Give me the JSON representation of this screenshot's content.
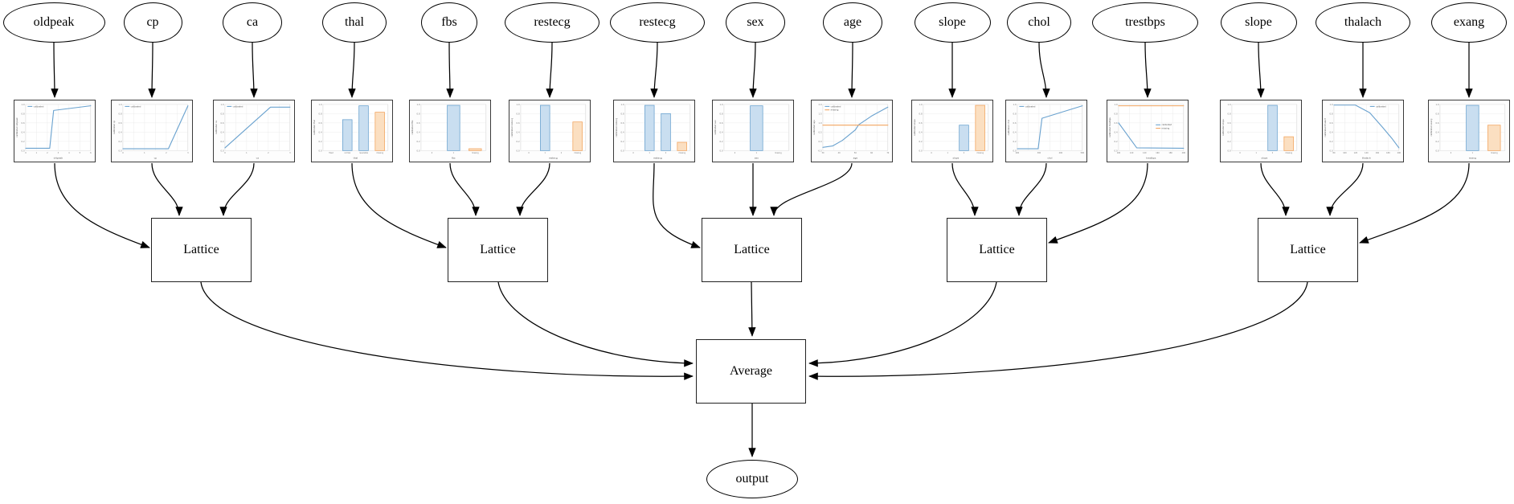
{
  "diagram": {
    "features": [
      {
        "name": "oldpeak"
      },
      {
        "name": "cp"
      },
      {
        "name": "ca"
      },
      {
        "name": "thal"
      },
      {
        "name": "fbs"
      },
      {
        "name": "restecg"
      },
      {
        "name": "restecg"
      },
      {
        "name": "sex"
      },
      {
        "name": "age"
      },
      {
        "name": "slope"
      },
      {
        "name": "chol"
      },
      {
        "name": "trestbps"
      },
      {
        "name": "slope"
      },
      {
        "name": "thalach"
      },
      {
        "name": "exang"
      }
    ],
    "lattices": [
      {
        "label": "Lattice"
      },
      {
        "label": "Lattice"
      },
      {
        "label": "Lattice"
      },
      {
        "label": "Lattice"
      },
      {
        "label": "Lattice"
      }
    ],
    "average": {
      "label": "Average"
    },
    "output": {
      "label": "output"
    }
  },
  "colors": {
    "calibrated_line": "#6aa2cf",
    "calibrated_fill": "#c9def0",
    "missing_line": "#f2a45f",
    "missing_fill": "#fbdfc1",
    "grid": "#e9e9e9",
    "axis_text": "#777777",
    "edge": "#000000"
  },
  "chart_data": [
    {
      "feature": "oldpeak",
      "type": "line",
      "xlabel": "oldpeak",
      "ylabel": "calibrated oldpeak",
      "yticks": [
        "1.0",
        "0.8",
        "0.6",
        "0.4",
        "0.2",
        "0.0"
      ],
      "xticks": [
        "0",
        "1",
        "2",
        "3",
        "4",
        "5",
        "6"
      ],
      "legend": [
        {
          "label": "calibrated",
          "color": "blue"
        }
      ],
      "legend_pos": "tl",
      "series": [
        {
          "name": "calibrated",
          "color": "blue",
          "points": [
            [
              0,
              0.05
            ],
            [
              0.37,
              0.05
            ],
            [
              0.43,
              0.87
            ],
            [
              1,
              0.97
            ]
          ]
        }
      ]
    },
    {
      "feature": "cp",
      "type": "line",
      "xlabel": "cp",
      "ylabel": "calibrated cp",
      "yticks": [
        "1.0",
        "0.8",
        "0.6",
        "0.4",
        "0.2",
        "0.0"
      ],
      "xticks": [
        "0",
        "1",
        "2",
        "3"
      ],
      "legend": [
        {
          "label": "calibrated",
          "color": "blue"
        }
      ],
      "legend_pos": "tl",
      "series": [
        {
          "name": "calibrated",
          "color": "blue",
          "points": [
            [
              0,
              0.04
            ],
            [
              0.7,
              0.04
            ],
            [
              1,
              0.97
            ]
          ]
        }
      ]
    },
    {
      "feature": "ca",
      "type": "line",
      "xlabel": "ca",
      "ylabel": "calibrated ca",
      "yticks": [
        "1.0",
        "0.8",
        "0.6",
        "0.4",
        "0.2",
        "0.0"
      ],
      "xticks": [
        "0",
        "1",
        "2",
        "3"
      ],
      "legend": [
        {
          "label": "calibrated",
          "color": "blue"
        }
      ],
      "legend_pos": "tl",
      "series": [
        {
          "name": "calibrated",
          "color": "blue",
          "points": [
            [
              0,
              0.06
            ],
            [
              0.7,
              0.94
            ],
            [
              1,
              0.94
            ]
          ]
        }
      ]
    },
    {
      "feature": "thal",
      "type": "bar",
      "xlabel": "thal",
      "ylabel": "calibrated thal",
      "yticks": [
        "1.0",
        "0.8",
        "0.6",
        "0.4",
        "0.2",
        "0.0"
      ],
      "categories": [
        "fixed",
        "normal",
        "reversible",
        "missing"
      ],
      "values": [
        0,
        0.67,
        0.97,
        0.83
      ],
      "bar_colors": [
        "blue",
        "blue",
        "blue",
        "orange"
      ]
    },
    {
      "feature": "fbs",
      "type": "bar",
      "xlabel": "fbs",
      "ylabel": "calibrated fbs",
      "yticks": [
        "1.0",
        "0.8",
        "0.6",
        "0.4",
        "0.2",
        "0.0"
      ],
      "categories": [
        "0",
        "1",
        "missing"
      ],
      "values": [
        0,
        0.98,
        0.04
      ],
      "bar_colors": [
        "blue",
        "blue",
        "orange"
      ]
    },
    {
      "feature": "restecg",
      "type": "bar",
      "xlabel": "restecg",
      "ylabel": "calibrated restecg",
      "yticks": [
        "1.0",
        "0.8",
        "0.6",
        "0.4",
        "0.2",
        "0.0"
      ],
      "categories": [
        "0",
        "1",
        "2",
        "missing"
      ],
      "values": [
        0,
        0.98,
        0,
        0.62
      ],
      "bar_colors": [
        "blue",
        "blue",
        "blue",
        "orange"
      ]
    },
    {
      "feature": "restecg",
      "type": "bar",
      "xlabel": "restecg",
      "ylabel": "calibrated restecg",
      "yticks": [
        "1.0",
        "0.8",
        "0.6",
        "0.4",
        "0.2",
        "0.0"
      ],
      "categories": [
        "0",
        "1",
        "2",
        "missing"
      ],
      "values": [
        0,
        0.98,
        0.8,
        0.18
      ],
      "bar_colors": [
        "blue",
        "blue",
        "blue",
        "orange"
      ]
    },
    {
      "feature": "sex",
      "type": "bar",
      "xlabel": "sex",
      "ylabel": "calibrated sex",
      "yticks": [
        "1.0",
        "0.8",
        "0.6",
        "0.4",
        "0.2",
        "0.0"
      ],
      "categories": [
        "0",
        "1",
        "missing"
      ],
      "values": [
        0,
        0.97,
        0
      ],
      "bar_colors": [
        "blue",
        "blue",
        "orange"
      ]
    },
    {
      "feature": "age",
      "type": "line",
      "xlabel": "age",
      "ylabel": "calibrated age",
      "yticks": [
        "2.0",
        "1.5",
        "1.0",
        "0.5",
        "0.0",
        "-0.5"
      ],
      "xticks": [
        "30",
        "40",
        "50",
        "60",
        "70"
      ],
      "legend": [
        {
          "label": "calibrated",
          "color": "blue"
        },
        {
          "label": "missing",
          "color": "orange"
        }
      ],
      "legend_pos": "tl",
      "series": [
        {
          "name": "calibrated",
          "color": "blue",
          "points": [
            [
              0,
              0.07
            ],
            [
              0.15,
              0.1
            ],
            [
              0.3,
              0.22
            ],
            [
              0.5,
              0.45
            ],
            [
              0.55,
              0.56
            ],
            [
              0.75,
              0.75
            ],
            [
              1,
              0.94
            ]
          ]
        },
        {
          "name": "missing",
          "color": "orange",
          "points": [
            [
              0,
              0.55
            ],
            [
              1,
              0.55
            ]
          ]
        }
      ]
    },
    {
      "feature": "slope",
      "type": "bar",
      "xlabel": "slope",
      "ylabel": "calibrated slope",
      "yticks": [
        "1.0",
        "0.8",
        "0.6",
        "0.4",
        "0.2",
        "0.0"
      ],
      "categories": [
        "0",
        "1",
        "2",
        "missing"
      ],
      "values": [
        0,
        0,
        0.55,
        0.98
      ],
      "bar_colors": [
        "blue",
        "blue",
        "blue",
        "orange"
      ]
    },
    {
      "feature": "chol",
      "type": "line",
      "xlabel": "chol",
      "ylabel": "calibrated chol",
      "yticks": [
        "1.0",
        "0.8",
        "0.6",
        "0.4",
        "0.2",
        "0.0"
      ],
      "xticks": [
        "200",
        "300",
        "400",
        "500"
      ],
      "legend": [
        {
          "label": "calibrated",
          "color": "blue"
        }
      ],
      "legend_pos": "tl",
      "series": [
        {
          "name": "calibrated",
          "color": "blue",
          "points": [
            [
              0,
              0.04
            ],
            [
              0.32,
              0.04
            ],
            [
              0.38,
              0.7
            ],
            [
              1,
              0.97
            ]
          ]
        }
      ]
    },
    {
      "feature": "trestbps",
      "type": "line",
      "xlabel": "trestbps",
      "ylabel": "calibrated trestbps",
      "yticks": [
        "1.0",
        "0.8",
        "0.6",
        "0.4",
        "0.2",
        "0.0"
      ],
      "xticks": [
        "100",
        "120",
        "140",
        "160",
        "180",
        "200"
      ],
      "legend": [
        {
          "label": "calibrated",
          "color": "blue"
        },
        {
          "label": "missing",
          "color": "orange"
        }
      ],
      "legend_pos": "mr",
      "series": [
        {
          "name": "calibrated",
          "color": "blue",
          "points": [
            [
              0,
              0.6
            ],
            [
              0.28,
              0.06
            ],
            [
              1,
              0.05
            ]
          ]
        },
        {
          "name": "missing",
          "color": "orange",
          "points": [
            [
              0,
              0.97
            ],
            [
              1,
              0.97
            ]
          ]
        }
      ]
    },
    {
      "feature": "slope",
      "type": "bar",
      "xlabel": "slope",
      "ylabel": "calibrated slope",
      "yticks": [
        "1.0",
        "0.8",
        "0.6",
        "0.4",
        "0.2",
        "0.0"
      ],
      "categories": [
        "0",
        "1",
        "2",
        "missing"
      ],
      "values": [
        0,
        0,
        0.98,
        0.3
      ],
      "bar_colors": [
        "blue",
        "blue",
        "blue",
        "orange"
      ]
    },
    {
      "feature": "thalach",
      "type": "line",
      "xlabel": "thalach",
      "ylabel": "calibrated thalach",
      "yticks": [
        "1.0",
        "0.8",
        "0.6",
        "0.4",
        "0.2",
        "0.0"
      ],
      "xticks": [
        "80",
        "100",
        "120",
        "140",
        "160",
        "180",
        "200"
      ],
      "legend": [
        {
          "label": "calibrated",
          "color": "blue"
        }
      ],
      "legend_pos": "tr",
      "series": [
        {
          "name": "calibrated",
          "color": "blue",
          "points": [
            [
              0,
              0.985
            ],
            [
              0.33,
              0.985
            ],
            [
              0.55,
              0.82
            ],
            [
              0.75,
              0.5
            ],
            [
              0.9,
              0.25
            ],
            [
              1,
              0.06
            ]
          ]
        }
      ]
    },
    {
      "feature": "exang",
      "type": "bar",
      "xlabel": "exang",
      "ylabel": "calibrated exang",
      "yticks": [
        "1.0",
        "0.8",
        "0.6",
        "0.4",
        "0.2",
        "0.0"
      ],
      "categories": [
        "0",
        "1",
        "missing"
      ],
      "values": [
        0,
        0.98,
        0.55
      ],
      "bar_colors": [
        "blue",
        "blue",
        "orange"
      ]
    }
  ]
}
